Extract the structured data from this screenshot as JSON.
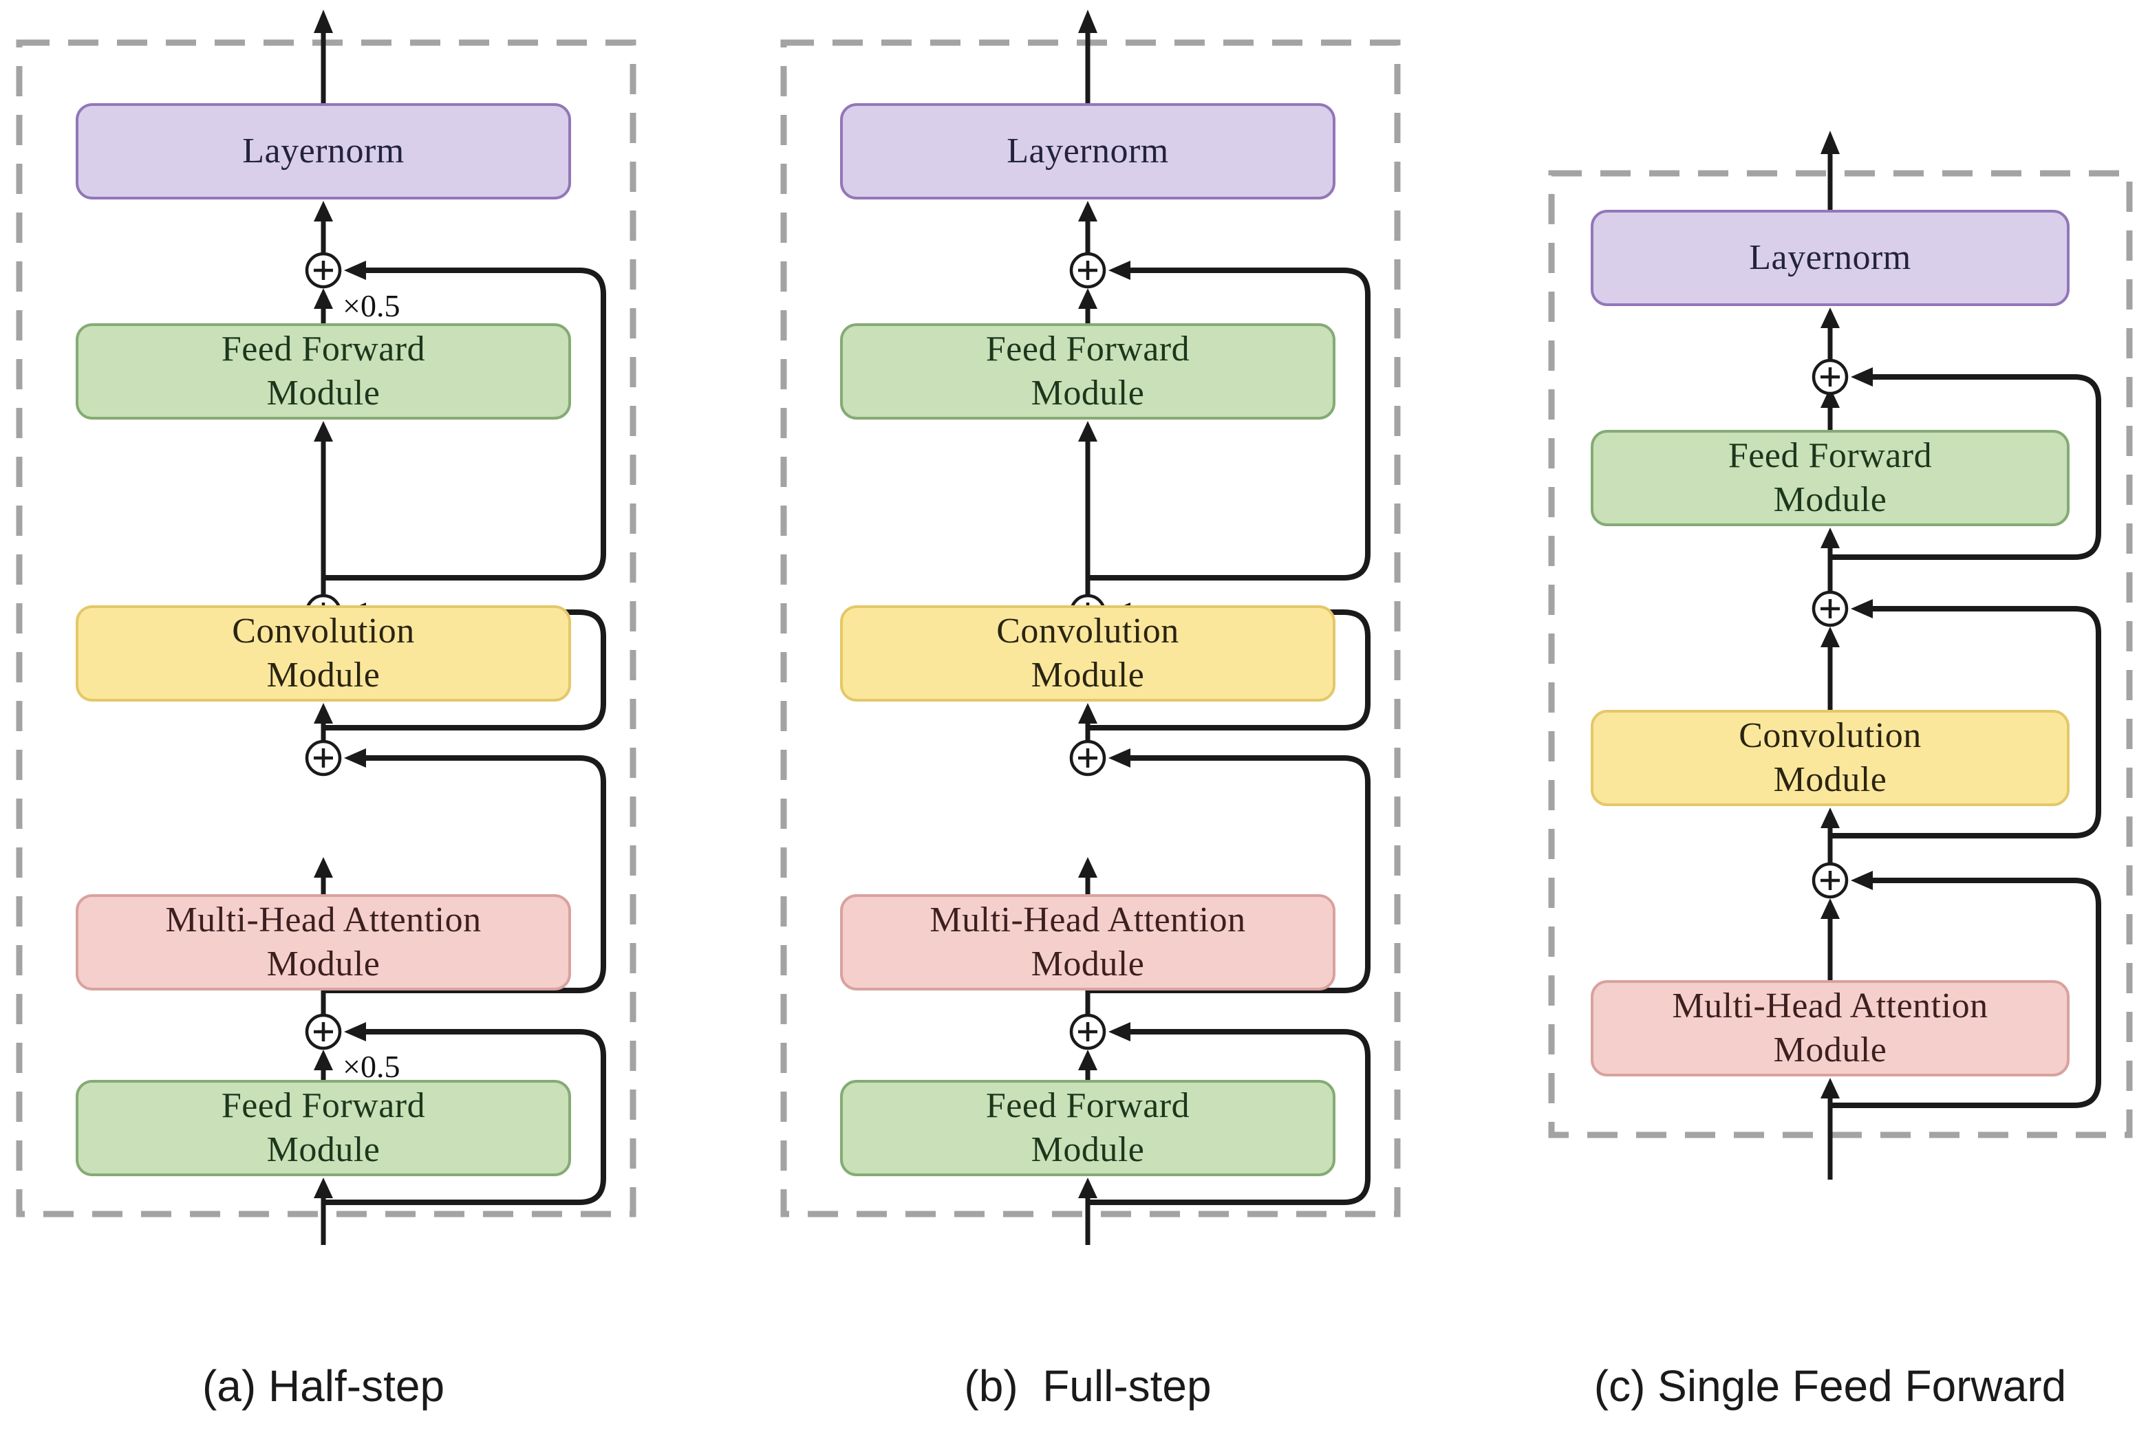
{
  "figure": {
    "columns": {
      "a": {
        "caption": "(a) Half-step",
        "layernorm": "Layernorm",
        "ff_top": [
          "Feed Forward",
          "Module"
        ],
        "conv": [
          "Convolution",
          "Module"
        ],
        "mha": [
          "Multi-Head Attention",
          "Module"
        ],
        "ff_bottom": [
          "Feed Forward",
          "Module"
        ],
        "scale_top": "×0.5",
        "scale_bottom": "×0.5"
      },
      "b": {
        "caption": "(b)  Full-step",
        "layernorm": "Layernorm",
        "ff_top": [
          "Feed Forward",
          "Module"
        ],
        "conv": [
          "Convolution",
          "Module"
        ],
        "mha": [
          "Multi-Head Attention",
          "Module"
        ],
        "ff_bottom": [
          "Feed Forward",
          "Module"
        ]
      },
      "c": {
        "caption": "(c) Single Feed Forward",
        "layernorm": "Layernorm",
        "ff": [
          "Feed Forward",
          "Module"
        ],
        "conv": [
          "Convolution",
          "Module"
        ],
        "mha": [
          "Multi-Head Attention",
          "Module"
        ]
      }
    },
    "icons": {
      "sum_node": "circled-plus"
    },
    "colors": {
      "layernorm_fill": "#d9cfeb",
      "layernorm_border": "#9277b8",
      "feed_forward_fill": "#c9e0b8",
      "feed_forward_border": "#85ab74",
      "convolution_fill": "#fbe79c",
      "convolution_border": "#e4c868",
      "attention_fill": "#f5cfcc",
      "attention_border": "#d8a29e",
      "wire": "#1a1a1a",
      "dashed_boundary": "#a3a3a3",
      "caption_text": "#1a1a1a"
    }
  }
}
